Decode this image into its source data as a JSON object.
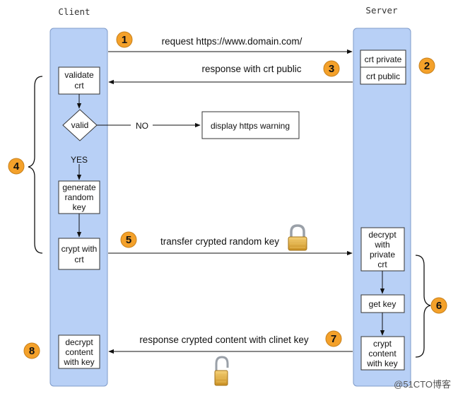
{
  "header": {
    "client": "Client",
    "server": "Server"
  },
  "client_boxes": {
    "validate": [
      "validate",
      "crt"
    ],
    "valid": "valid",
    "generate": [
      "generate",
      "random",
      "key"
    ],
    "crypt": [
      "crypt with",
      "crt"
    ],
    "decrypt": [
      "decrypt",
      "content",
      "with key"
    ]
  },
  "server_boxes": {
    "crt_private": "crt private",
    "crt_public": "crt public",
    "decrypt": [
      "decrypt",
      "with",
      "private",
      "crt"
    ],
    "get_key": "get key",
    "crypt": [
      "crypt",
      "content",
      "with key"
    ]
  },
  "warning_box": "display https warning",
  "branch_labels": {
    "no": "NO",
    "yes": "YES"
  },
  "messages": {
    "m1": "request https://www.domain.com/",
    "m3": "response with crt public",
    "m5": "transfer crypted random key",
    "m7": "response crypted content with clinet key"
  },
  "steps": [
    "1",
    "2",
    "3",
    "4",
    "5",
    "6",
    "7",
    "8"
  ],
  "colors": {
    "lane": "#b8d0f6",
    "badge": "#f4a12a",
    "badge_border": "#c8801a"
  },
  "watermark": "@51CTO博客"
}
